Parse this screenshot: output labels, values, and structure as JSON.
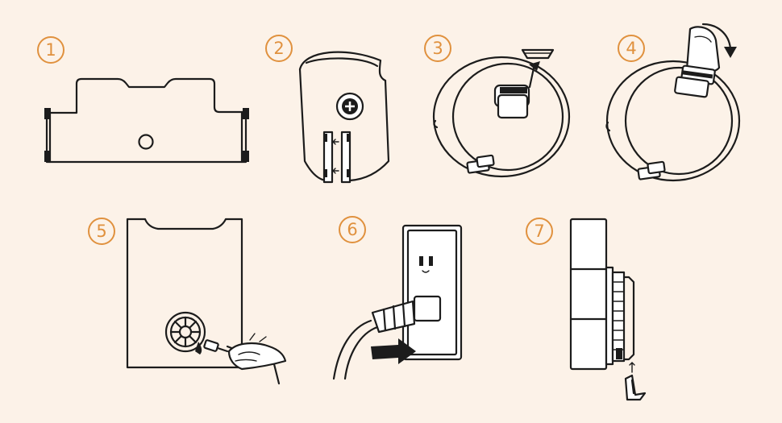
{
  "steps": [
    {
      "number": "1"
    },
    {
      "number": "2"
    },
    {
      "number": "3"
    },
    {
      "number": "4"
    },
    {
      "number": "5"
    },
    {
      "number": "6"
    },
    {
      "number": "7"
    }
  ],
  "colors": {
    "background": "#fcf2e8",
    "step_badge": "#e0913e",
    "line_art": "#1c1c1c"
  }
}
